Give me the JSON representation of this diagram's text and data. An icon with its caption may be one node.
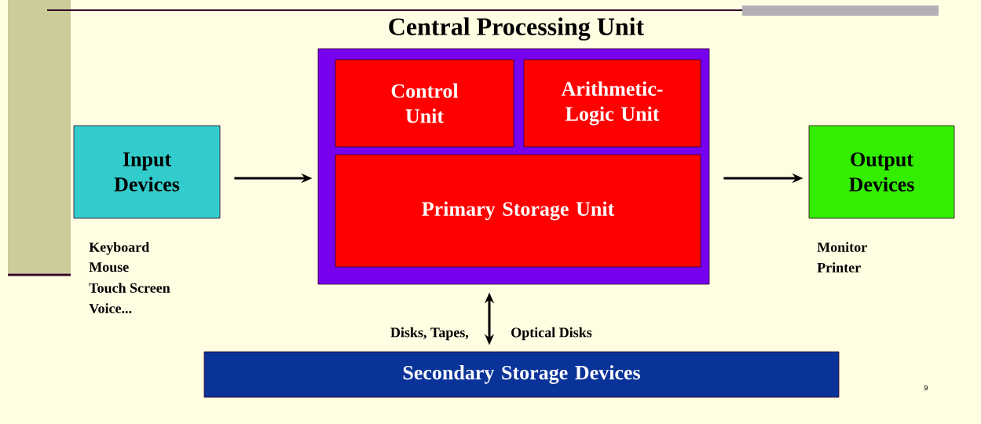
{
  "diagram": {
    "nodes": [
      {
        "text": [
          "Central Processing Unit"
        ]
      },
      {
        "text": [
          "Control Unit"
        ],
        "in": 0
      },
      {
        "text": [
          "Arithmetic-Logic Unit"
        ],
        "in": 0
      },
      {
        "text": [
          "Primary Storage Unit"
        ],
        "in": 0
      },
      {
        "text": [
          "Input Devices"
        ],
        "beside": [
          "Keyboard",
          "Mouse",
          "Touch Screen",
          "Voice..."
        ]
      },
      {
        "text": [
          "Output Devices"
        ],
        "beside": [
          "Monitor",
          "Printer"
        ]
      },
      {
        "text": [
          "Secondary Storage Devices"
        ]
      }
    ],
    "edges": [
      {
        "from": 4,
        "to": 0,
        "arrow": "to"
      },
      {
        "from": 0,
        "to": 5,
        "arrow": "to"
      },
      {
        "from": 0,
        "to": 6,
        "arrow": "both"
      }
    ],
    "labels": [
      "Disks, Tapes,",
      "Optical Disks",
      "9"
    ]
  }
}
